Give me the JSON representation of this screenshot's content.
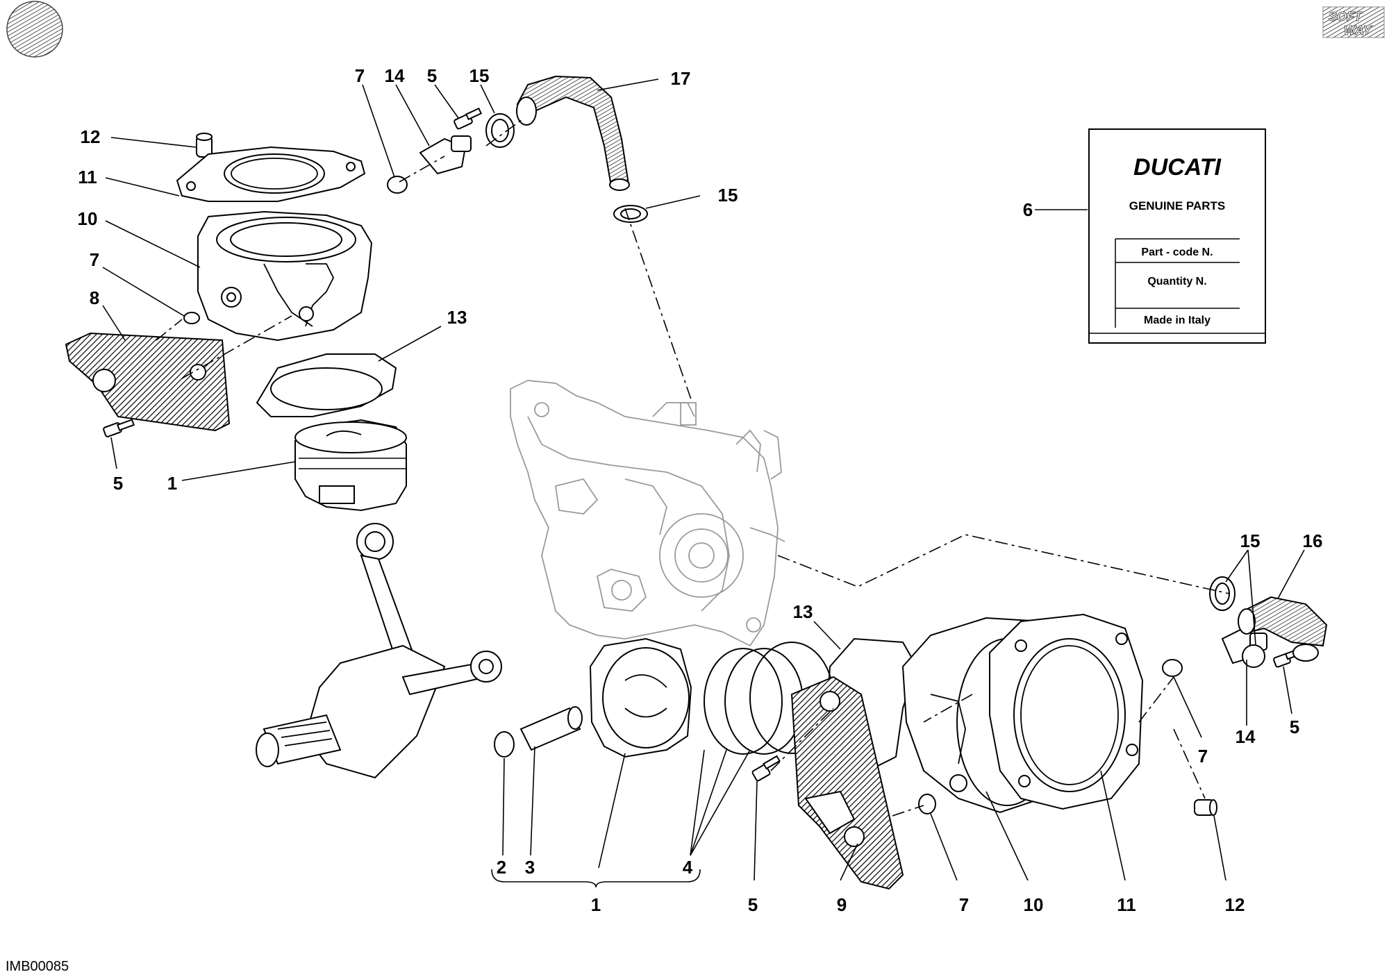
{
  "drawing": {
    "code": "IMB00085",
    "watermark_line1": "SOFT",
    "watermark_line2": "WAY"
  },
  "label_card": {
    "brand": "DUCATI",
    "heading": "GENUINE PARTS",
    "field_part_code": "Part - code N.",
    "field_quantity": "Quantity N.",
    "field_origin": "Made in Italy"
  },
  "callouts": {
    "top_left": [
      "12",
      "11",
      "10",
      "7",
      "8",
      "5",
      "1",
      "7",
      "14",
      "5",
      "15",
      "17",
      "15",
      "13"
    ],
    "card": "6",
    "bottom_right_top": [
      "13",
      "15",
      "16"
    ],
    "bottom": [
      "2",
      "3",
      "1",
      "4",
      "5",
      "9",
      "7",
      "10",
      "11",
      "12",
      "7",
      "14",
      "5"
    ]
  }
}
